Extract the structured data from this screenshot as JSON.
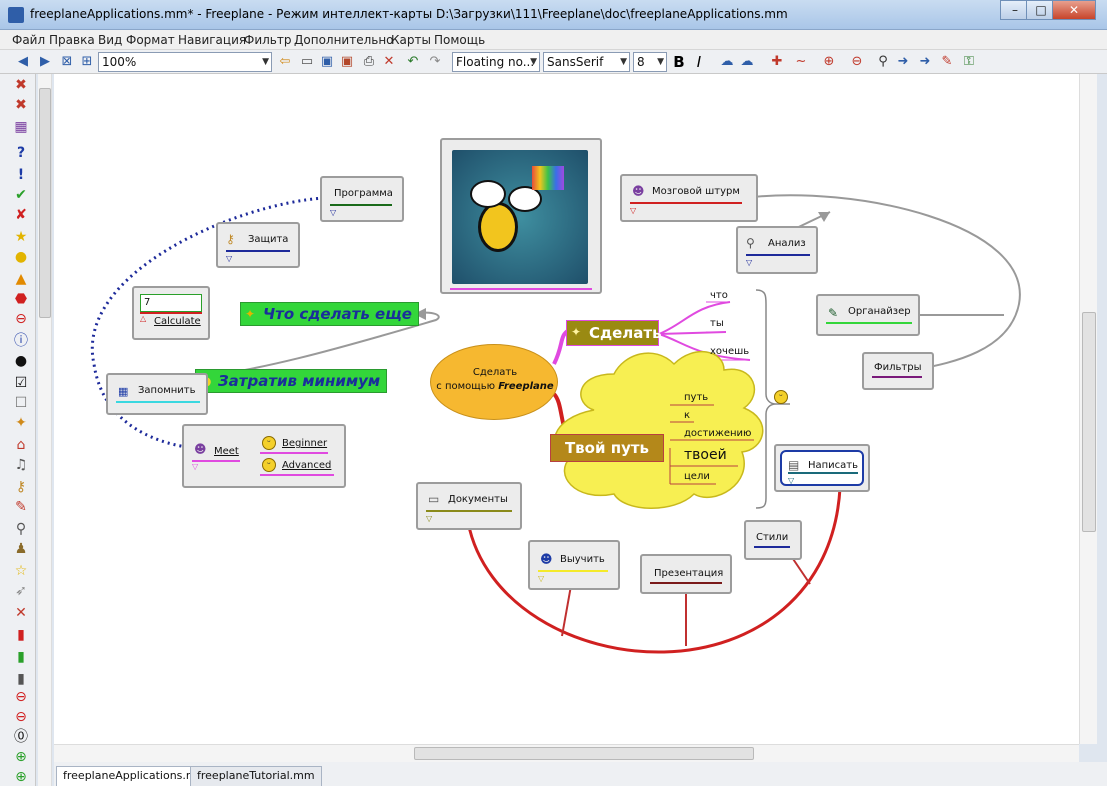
{
  "window": {
    "title": "freeplaneApplications.mm* - Freeplane - Режим интеллект-карты D:\\Загрузки\\111\\Freeplane\\doc\\freeplaneApplications.mm"
  },
  "menu": [
    "Файл",
    "Правка",
    "Вид",
    "Формат",
    "Навигация",
    "Фильтр",
    "Дополнительно",
    "Карты",
    "Помощь"
  ],
  "toolbar": {
    "zoom": "100%",
    "style": "Floating no...",
    "font": "SansSerif",
    "font_size": "8",
    "bold": "B",
    "italic": "I"
  },
  "map": {
    "center": {
      "line1": "Сделать",
      "line2": "с помощью",
      "line2_bold": "Freeplane"
    },
    "sdelat": "Сделать",
    "sdelat_children": [
      "что",
      "ты",
      "хочешь"
    ],
    "tvoy_put": "Твой путь",
    "tvoy_put_children": [
      "путь",
      "к",
      "достижению",
      "твоей",
      "цели"
    ],
    "green1": "Что сделать еще",
    "green2": "Затратив минимум",
    "programma": "Программа",
    "zashchita": "Защита",
    "calc_value": "7",
    "calc_link": "Calculate",
    "zapomnit": "Запомнить",
    "meet": "Meet",
    "beginner": "Beginner",
    "advanced": "Advanced",
    "mozgovoy": "Мозговой штурм",
    "analiz": "Анализ",
    "organizer": "Органайзер",
    "filtry": "Фильтры",
    "napisat": "Написать",
    "stili": "Стили",
    "prezentatsiya": "Презентация",
    "vyuchit": "Выучить",
    "dokumenty": "Документы"
  },
  "tabs": [
    "freeplaneApplications.mm",
    "freeplaneTutorial.mm"
  ],
  "colors": {
    "accent": "#2f5ea8",
    "green_node": "#33d63a",
    "center": "#f6b830",
    "cloud": "#f7ef52"
  }
}
